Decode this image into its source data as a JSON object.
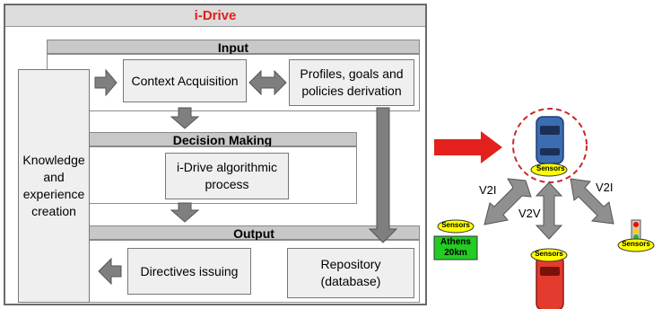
{
  "idrive": {
    "title": "i-Drive",
    "sections": {
      "input": "Input",
      "decision": "Decision Making",
      "output": "Output"
    },
    "boxes": {
      "context_acquisition": "Context Acquisition",
      "profiles_line1": "Profiles, goals and",
      "profiles_line2": "policies derivation",
      "algorithmic_line1": "i-Drive algorithmic",
      "algorithmic_line2": "process",
      "directives": "Directives issuing",
      "repository_line1": "Repository",
      "repository_line2": "(database)",
      "knowledge_line1": "Knowledge",
      "knowledge_line2": "and",
      "knowledge_line3": "experience",
      "knowledge_line4": "creation"
    }
  },
  "scene": {
    "v2i_left": "V2I",
    "v2v": "V2V",
    "v2i_right": "V2I",
    "sensors_label": "Sensors",
    "sign_line1": "Athens",
    "sign_line2": "20km"
  },
  "colors": {
    "title_red": "#e3201b",
    "big_arrow_red": "#e3201b",
    "car_blue": "#3b6db3",
    "car_red": "#e53a2e",
    "sensor_yellow": "#ffff00",
    "sign_green": "#22cc22",
    "traffic_light_red": "#ff0000",
    "traffic_light_yellow": "#ffcc00",
    "traffic_light_green": "#22bb22"
  }
}
